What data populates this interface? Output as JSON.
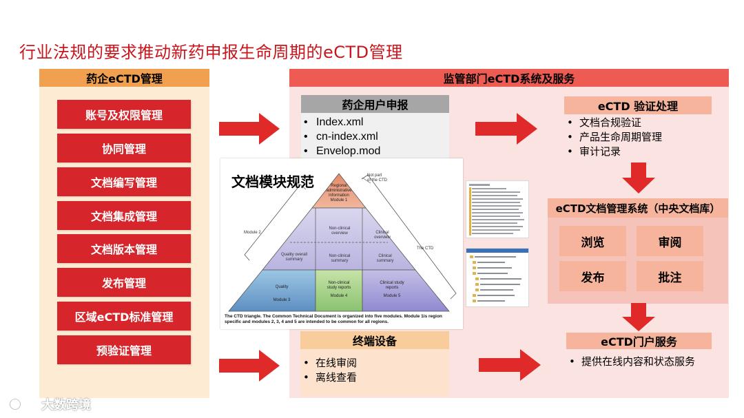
{
  "title": "行业法规的要求推动新药申报生命周期的eCTD管理",
  "left_panel": {
    "header": "药企eCTD管理",
    "items": [
      "账号及权限管理",
      "协同管理",
      "文档编写管理",
      "文档集成管理",
      "文档版本管理",
      "发布管理",
      "区域eCTD标准管理",
      "预验证管理"
    ]
  },
  "right_panel": {
    "header": "监管部门eCTD系统及服务",
    "submission": {
      "header": "药企用户申报",
      "items": [
        "Index.xml",
        "cn-index.xml",
        "Envelop.mod"
      ]
    },
    "verification": {
      "header": "eCTD 验证处理",
      "items": [
        "文档合规验证",
        "产品生命周期管理",
        "审计记录"
      ]
    },
    "dms": {
      "header": "eCTD文档管理系统（中央文档库）",
      "tiles": [
        "浏览",
        "审阅",
        "发布",
        "批注"
      ]
    },
    "terminal": {
      "header": "终端设备",
      "items": [
        "在线审阅",
        "离线查看"
      ]
    },
    "portal": {
      "header": "eCTD门户服务",
      "items": [
        "提供在线内容和状态服务"
      ]
    }
  },
  "figure": {
    "title": "文档模块规范",
    "not_part": [
      "Not part",
      "of the CTD"
    ],
    "module1": [
      "Regional",
      "administrative",
      "information",
      "Module 1"
    ],
    "row2": {
      "left": [
        "Non-clinical",
        "overview"
      ],
      "right": [
        "Clinical",
        "overview"
      ]
    },
    "row3": {
      "left": [
        "Quality overall",
        "summary"
      ],
      "mid": [
        "Non-clinical",
        "summary"
      ],
      "right": [
        "Clinical",
        "summary"
      ]
    },
    "row4": {
      "left": [
        "Quality",
        "Module 3"
      ],
      "mid": [
        "Non-clinical",
        "study reports",
        "Module 4"
      ],
      "right": [
        "Clinical study",
        "reports",
        "Module 5"
      ]
    },
    "label_module2": "Module 2",
    "label_the_ctd": "The CTD",
    "caption": "The CTD triangle. The Common Technical Document is organized into five modules. Module 1is region specific and modules 2, 3, 4 and 5 are intended to be common for all regions."
  },
  "watermark": "大数跨境",
  "colors": {
    "red": "#d7262b",
    "title_red": "#c8161d",
    "orange": "#f0a04e",
    "salmon": "#f7b49c",
    "right_header": "#ee5b53"
  }
}
